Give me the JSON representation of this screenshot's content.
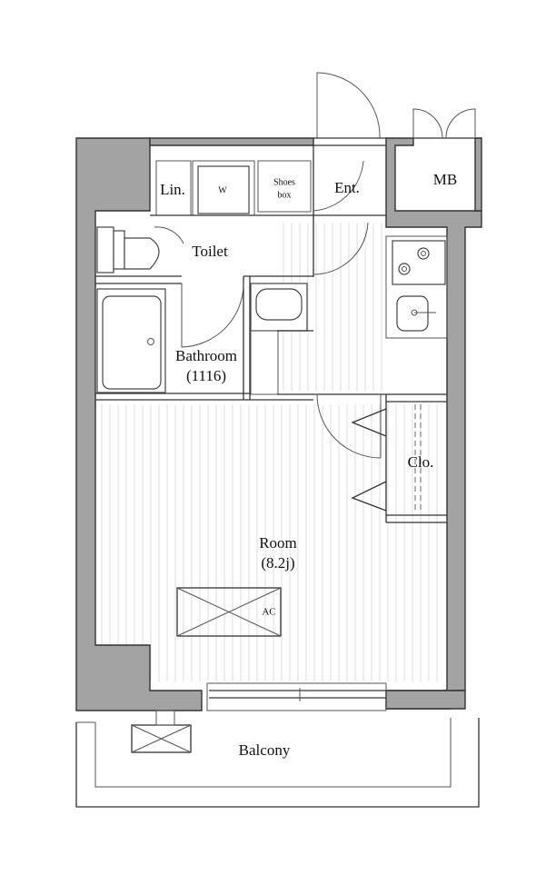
{
  "rooms": {
    "linen": "Lin.",
    "washer": "W",
    "shoes_box_line1": "Shoes",
    "shoes_box_line2": "box",
    "entrance": "Ent.",
    "meter_box": "MB",
    "toilet": "Toilet",
    "bathroom": "Bathroom",
    "bathroom_size": "(1116)",
    "closet": "Clo.",
    "room": "Room",
    "room_size": "(8.2j)",
    "air_conditioner": "AC",
    "balcony": "Balcony"
  },
  "colors": {
    "wall_fill": "#a3a3a3",
    "line": "#333333",
    "floor_line": "#dedede"
  }
}
